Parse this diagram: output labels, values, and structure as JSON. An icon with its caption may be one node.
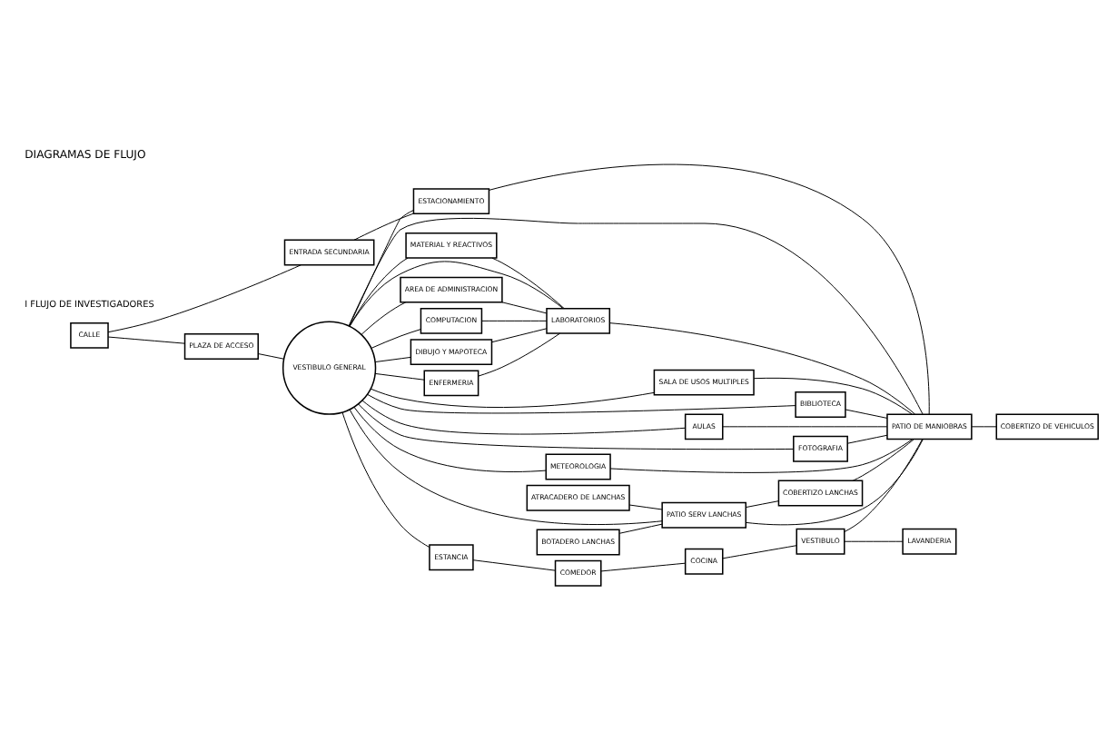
{
  "diagram": {
    "title": "DIAGRAMAS DE FLUJO",
    "nodes": [
      {
        "text": [
          "CALLE"
        ]
      },
      {
        "text": [
          "PLAZA DE ACCESO"
        ]
      },
      {
        "text": [
          "VESTIBULO GENERAL"
        ]
      },
      {
        "text": [
          "AREA DE ADMINISTRACION"
        ]
      },
      {
        "text": [
          "COMPUTACION"
        ]
      },
      {
        "text": [
          "DIBUJO Y MAPOTECA"
        ]
      },
      {
        "text": [
          "ENFERMERIA"
        ]
      },
      {
        "text": [
          "MATERIAL Y REACTIVOS"
        ]
      },
      {
        "text": [
          "LABORATORIOS"
        ]
      },
      {
        "text": [
          "SALA DE USOS MULTIPLES"
        ]
      },
      {
        "text": [
          "BIBLIOTECA"
        ]
      },
      {
        "text": [
          "AULAS"
        ]
      },
      {
        "text": [
          "FOTOGRAFIA"
        ]
      },
      {
        "text": [
          "METEOROLOGIA"
        ]
      },
      {
        "text": [
          "ESTANCIA"
        ]
      },
      {
        "text": [
          "COMEDOR"
        ]
      },
      {
        "text": [
          "COCINA"
        ]
      },
      {
        "text": [
          "VESTIBULO"
        ]
      },
      {
        "text": [
          "LAVANDERIA"
        ]
      },
      {
        "text": [
          "BOTADERO LANCHAS"
        ]
      },
      {
        "text": [
          "ATRACADERO DE LANCHAS"
        ]
      },
      {
        "text": [
          "PATIO SERV LANCHAS"
        ]
      },
      {
        "text": [
          "COBERTIZO LANCHAS"
        ]
      },
      {
        "text": [
          "PATIO DE MANIOBRAS"
        ]
      },
      {
        "text": [
          "COBERTIZO DE VEHICULOS"
        ]
      },
      {
        "text": [
          "ENTRADA SECUNDARIA"
        ]
      },
      {
        "text": [
          "ESTACIONAMIENTO"
        ]
      }
    ],
    "edges": [
      {
        "from": 0,
        "to": 1,
        "arrow": "none"
      },
      {
        "from": 1,
        "to": 2,
        "arrow": "none"
      },
      {
        "from": 2,
        "to": 3,
        "arrow": "none"
      },
      {
        "from": 2,
        "to": 4,
        "arrow": "none"
      },
      {
        "from": 2,
        "to": 5,
        "arrow": "none"
      },
      {
        "from": 2,
        "to": 6,
        "arrow": "none"
      },
      {
        "from": 2,
        "to": 7,
        "arrow": "none"
      },
      {
        "from": 2,
        "to": 8,
        "arrow": "none"
      },
      {
        "from": 2,
        "to": 9,
        "arrow": "none"
      },
      {
        "from": 2,
        "to": 10,
        "arrow": "none"
      },
      {
        "from": 2,
        "to": 11,
        "arrow": "none"
      },
      {
        "from": 2,
        "to": 12,
        "arrow": "none"
      },
      {
        "from": 2,
        "to": 13,
        "arrow": "none"
      },
      {
        "from": 2,
        "to": 14,
        "arrow": "none"
      },
      {
        "from": 2,
        "to": 21,
        "arrow": "none"
      },
      {
        "from": 2,
        "to": 23,
        "arrow": "none"
      },
      {
        "from": 2,
        "to": 26,
        "arrow": "none"
      },
      {
        "from": 3,
        "to": 8,
        "arrow": "none"
      },
      {
        "from": 4,
        "to": 8,
        "arrow": "none"
      },
      {
        "from": 5,
        "to": 8,
        "arrow": "none"
      },
      {
        "from": 6,
        "to": 8,
        "arrow": "none"
      },
      {
        "from": 7,
        "to": 8,
        "arrow": "none"
      },
      {
        "from": 9,
        "to": 23,
        "arrow": "none"
      },
      {
        "from": 10,
        "to": 23,
        "arrow": "none"
      },
      {
        "from": 11,
        "to": 23,
        "arrow": "none"
      },
      {
        "from": 12,
        "to": 23,
        "arrow": "none"
      },
      {
        "from": 13,
        "to": 23,
        "arrow": "none"
      },
      {
        "from": 8,
        "to": 23,
        "arrow": "none"
      },
      {
        "from": 14,
        "to": 15,
        "arrow": "none"
      },
      {
        "from": 15,
        "to": 16,
        "arrow": "none"
      },
      {
        "from": 16,
        "to": 17,
        "arrow": "none"
      },
      {
        "from": 17,
        "to": 18,
        "arrow": "none"
      },
      {
        "from": 17,
        "to": 23,
        "arrow": "none"
      },
      {
        "from": 19,
        "to": 21,
        "arrow": "none"
      },
      {
        "from": 20,
        "to": 21,
        "arrow": "none"
      },
      {
        "from": 21,
        "to": 22,
        "arrow": "none"
      },
      {
        "from": 21,
        "to": 23,
        "arrow": "none"
      },
      {
        "from": 22,
        "to": 23,
        "arrow": "none"
      },
      {
        "from": 23,
        "to": 24,
        "arrow": "none"
      },
      {
        "from": 0,
        "to": 25,
        "arrow": "none"
      },
      {
        "from": 25,
        "to": 26,
        "arrow": "none"
      },
      {
        "from": 26,
        "to": 23,
        "arrow": "none"
      }
    ],
    "labels": [
      "I FLUJO DE INVESTIGADORES"
    ]
  }
}
